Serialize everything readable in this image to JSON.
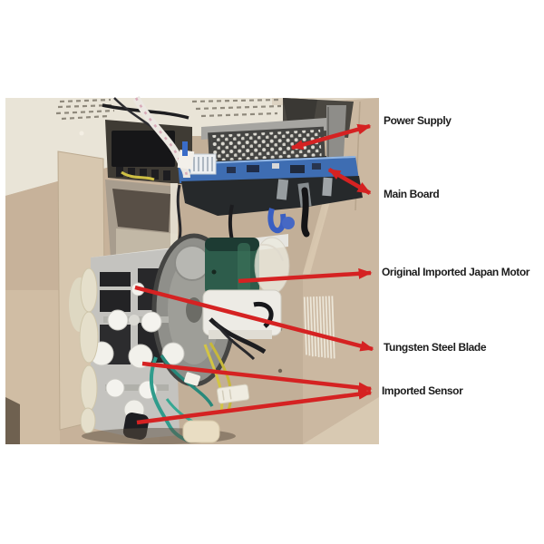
{
  "figure": {
    "annotation_arrow_color": "#d52222",
    "labels": [
      {
        "id": "power-supply",
        "text": "Power Supply"
      },
      {
        "id": "main-board",
        "text": "Main Board"
      },
      {
        "id": "japan-motor",
        "text": "Original Imported Japan Motor"
      },
      {
        "id": "tungsten-blade",
        "text": "Tungsten Steel Blade"
      },
      {
        "id": "imported-sensor",
        "text": "Imported Sensor"
      }
    ],
    "photo_colors": {
      "cardboard_wall": "#c7b29a",
      "ceiling": "#e9e4d7",
      "pcb_blue": "#3e6db2",
      "motor_green": "#2d5c4b",
      "power_supply_plate": "#454543",
      "roller_white": "#f2f1eb",
      "wire_teal": "#2f9c8c",
      "wire_yellow": "#d3c544"
    }
  }
}
